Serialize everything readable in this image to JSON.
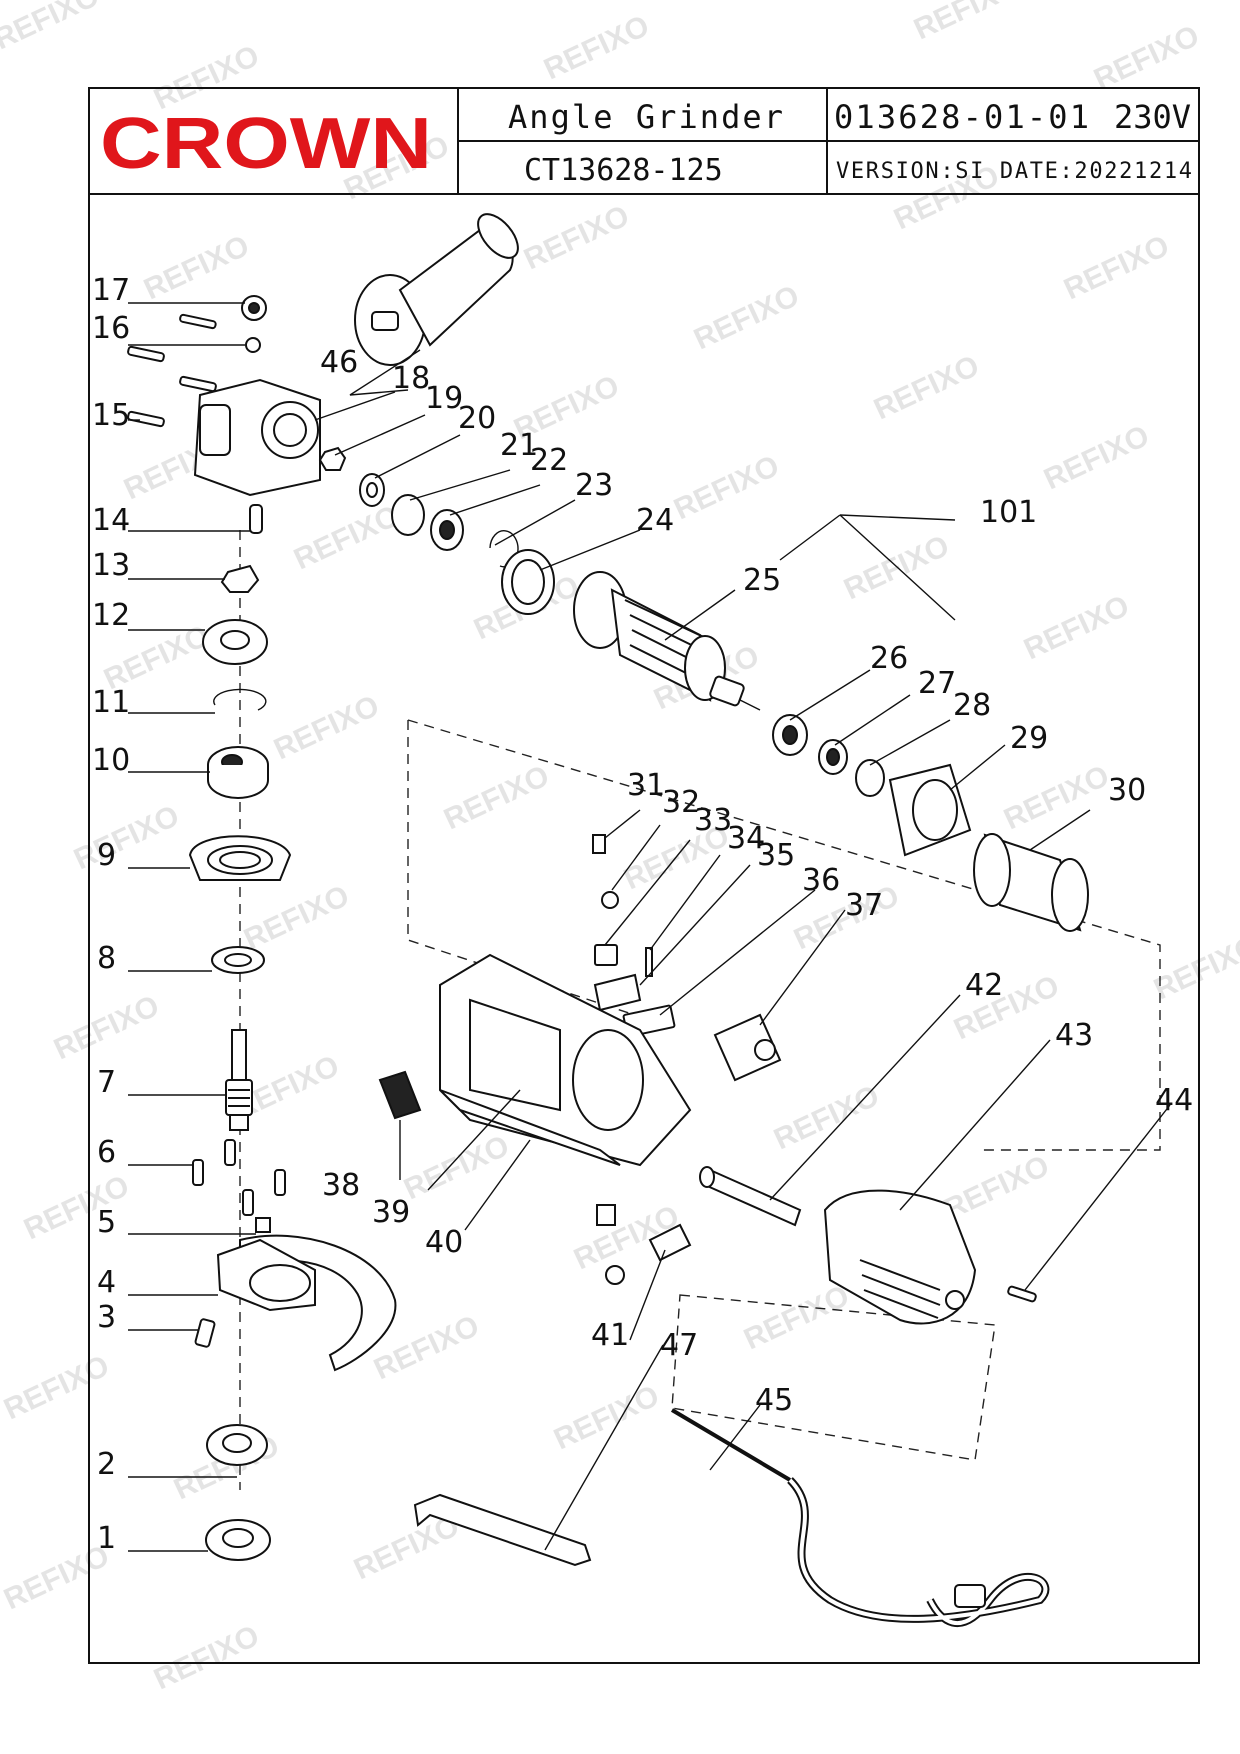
{
  "header": {
    "brand": "CROWN",
    "product_name": "Angle Grinder",
    "model": "CT13628-125",
    "part_code": "013628-01-01",
    "voltage": "230V",
    "version_date": "VERSION:SI DATE:20221214"
  },
  "watermark_text": "REFIXO",
  "colors": {
    "brand_red": "#e0161b",
    "line": "#111111"
  },
  "callouts": {
    "c1": "1",
    "c2": "2",
    "c3": "3",
    "c4": "4",
    "c5": "5",
    "c6": "6",
    "c7": "7",
    "c8": "8",
    "c9": "9",
    "c10": "10",
    "c11": "11",
    "c12": "12",
    "c13": "13",
    "c14": "14",
    "c15": "15",
    "c16": "16",
    "c17": "17",
    "c18": "18",
    "c19": "19",
    "c20": "20",
    "c21": "21",
    "c22": "22",
    "c23": "23",
    "c24": "24",
    "c25": "25",
    "c26": "26",
    "c27": "27",
    "c28": "28",
    "c29": "29",
    "c30": "30",
    "c31": "31",
    "c32": "32",
    "c33": "33",
    "c34": "34",
    "c35": "35",
    "c36": "36",
    "c37": "37",
    "c38": "38",
    "c39": "39",
    "c40": "40",
    "c41": "41",
    "c42": "42",
    "c43": "43",
    "c44": "44",
    "c45": "45",
    "c46": "46",
    "c47": "47",
    "c101": "101"
  }
}
